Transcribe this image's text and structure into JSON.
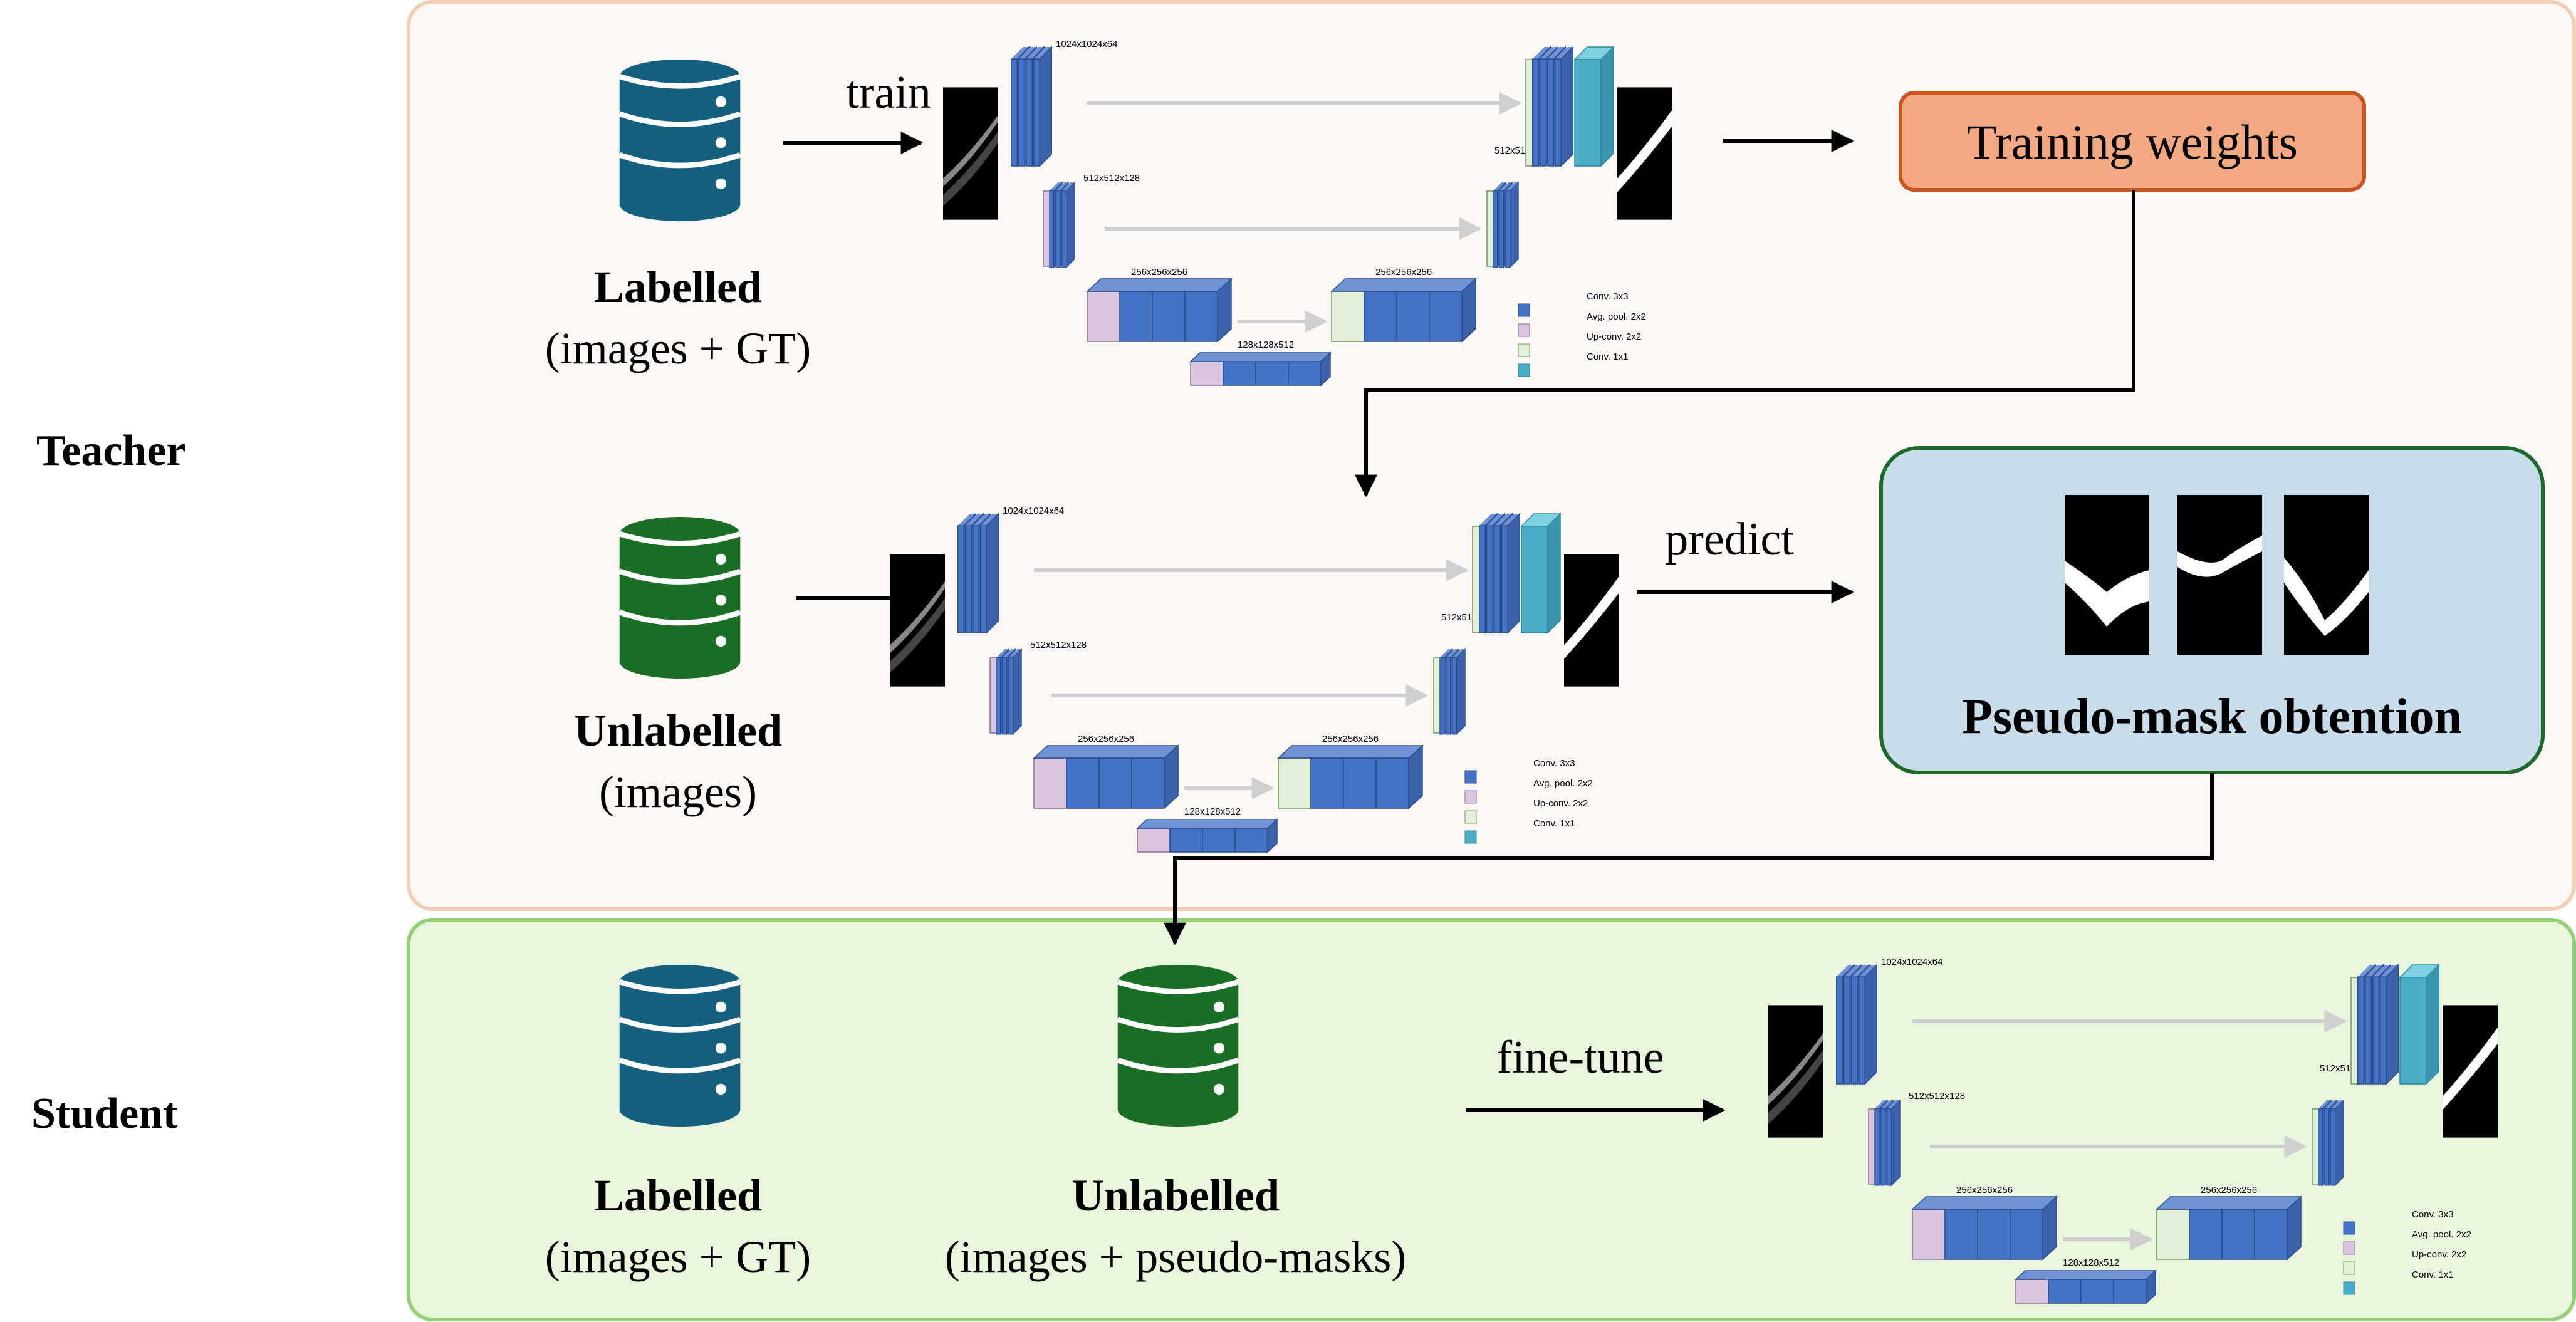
{
  "roles": {
    "teacher": "Teacher",
    "student": "Student"
  },
  "verbs": {
    "train": "train",
    "predict": "predict",
    "fine_tune": "fine-tune"
  },
  "teacher": {
    "labelled_title": "Labelled",
    "labelled_sub": "(images + GT)",
    "unlabelled_title": "Unlabelled",
    "unlabelled_sub": "(images)",
    "training_weights": "Training weights",
    "pseudo_mask": "Pseudo-mask obtention"
  },
  "student": {
    "labelled_title": "Labelled",
    "labelled_sub": "(images + GT)",
    "unlabelled_title": "Unlabelled",
    "unlabelled_sub": "(images + pseudo-masks)"
  },
  "unet": {
    "dims": [
      "1024x1024x64",
      "512x512x128",
      "256x256x256",
      "128x128x512",
      "256x256x256",
      "512x512x128"
    ],
    "legend": [
      "Conv. 3x3",
      "Avg. pool. 2x2",
      "Up-conv. 2x2",
      "Conv. 1x1"
    ]
  },
  "colors": {
    "teacher_bg": "#fdf8f5",
    "teacher_border": "#f3cdb4",
    "student_bg": "#eaf5dd",
    "student_border": "#93d078",
    "db_blue": "#15607f",
    "db_green": "#1b6e26",
    "weights_fill": "#f2a882",
    "weights_border": "#c9541e",
    "pseudo_fill": "#c9dcea",
    "pseudo_border": "#1d6a2c",
    "conv": "#4472c4",
    "pool": "#d9c5dd",
    "upconv": "#e2efd9",
    "conv1x1": "#4bacc6"
  }
}
